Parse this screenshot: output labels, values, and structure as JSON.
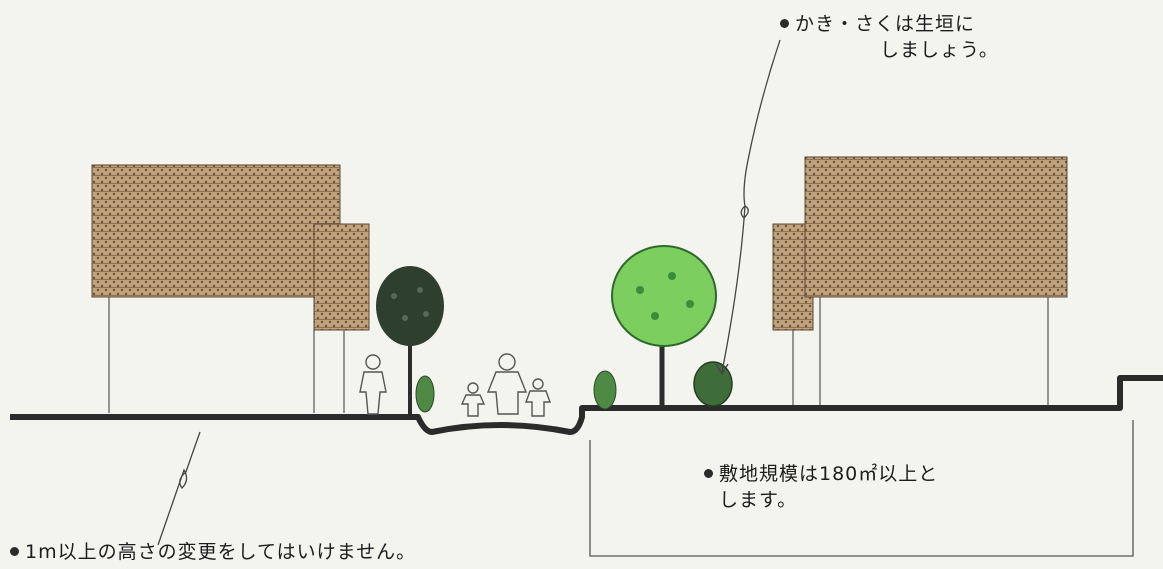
{
  "annotations": {
    "hedge": {
      "line1": "かき・さくは生垣に",
      "line2": "しましょう。"
    },
    "lot_size": {
      "line1": "敷地規模は180㎡以上と",
      "line2": "します。"
    },
    "height_change": {
      "text": "1m以上の高さの変更をしてはいけません。"
    }
  },
  "colors": {
    "background": "#f4f4ef",
    "roof": "#b89a72",
    "roof_pattern": "#5b4634",
    "ground": "#2b2b2b",
    "tree_dark": "#2f3f2f",
    "tree_light": "#7ccf5e",
    "shrub": "#4f8a45",
    "trunk": "#2d2d2d"
  },
  "icons": [
    "bullet-icon",
    "tree-icon",
    "shrub-icon",
    "person-icon",
    "house-icon"
  ]
}
